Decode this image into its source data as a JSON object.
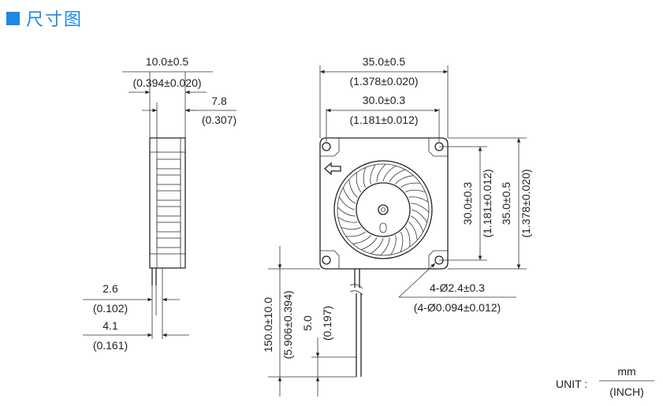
{
  "title": {
    "text": "尺寸图",
    "accent_color": "#1e88e5"
  },
  "side_view": {
    "width": "10.0±0.5",
    "width_inch": "(0.394±0.020)",
    "depth": "7.8",
    "depth_inch": "(0.307)",
    "pin_a": "2.6",
    "pin_a_inch": "(0.102)",
    "pin_b": "4.1",
    "pin_b_inch": "(0.161)"
  },
  "front_view": {
    "outer_width": "35.0±0.5",
    "outer_width_inch": "(1.378±0.020)",
    "hole_pitch": "30.0±0.3",
    "hole_pitch_inch": "(1.181±0.012)",
    "v_pitch": "30.0±0.3",
    "v_pitch_inch": "(1.181±0.012)",
    "v_outer": "35.0±0.5",
    "v_outer_inch": "(1.378±0.020)",
    "holes": "4-Ø2.4±0.3",
    "holes_inch": "(4-Ø0.094±0.012)",
    "cable_length": "150.0±10.0",
    "cable_length_inch": "(5.906±0.394)",
    "strip_length": "5.0",
    "strip_length_inch": "(0.197)"
  },
  "unit": {
    "label": "UNIT :",
    "top": "mm",
    "bottom": "(INCH)"
  },
  "icons": [
    "airflow-arrow-icon",
    "mounting-hole-icon",
    "fan-impeller-icon"
  ]
}
